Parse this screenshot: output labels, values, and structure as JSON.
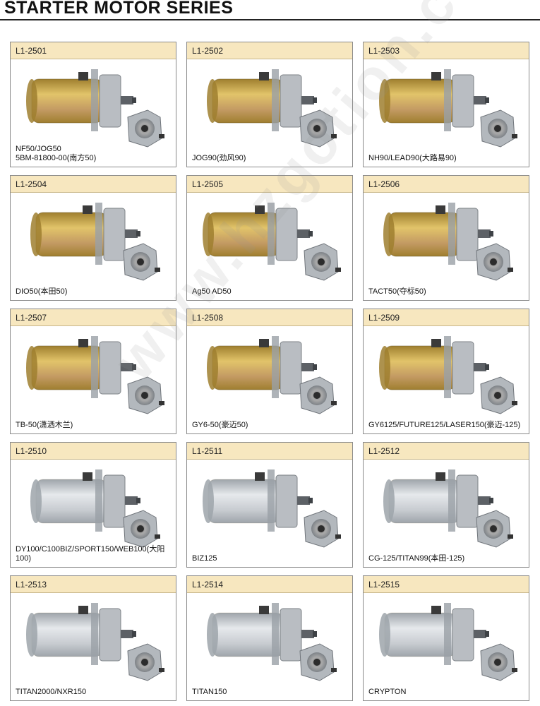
{
  "page": {
    "title": "STARTER MOTOR SERIES",
    "watermark": "www.hzgotion.com"
  },
  "colors": {
    "header_band": "#f7e7bf",
    "gold_motor": "#c9a34c",
    "silver_motor": "#c8ccd1"
  },
  "products": [
    {
      "code": "L1-2501",
      "model": "NF50/JOG50\n5BM-81800-00(南方50)",
      "finish": "gold"
    },
    {
      "code": "L1-2502",
      "model": "JOG90(劲风90)",
      "finish": "gold"
    },
    {
      "code": "L1-2503",
      "model": "NH90/LEAD90(大路易90)",
      "finish": "gold"
    },
    {
      "code": "L1-2504",
      "model": "DIO50(本田50)",
      "finish": "gold"
    },
    {
      "code": "L1-2505",
      "model": "Ag50  AD50",
      "finish": "gold"
    },
    {
      "code": "L1-2506",
      "model": "TACT50(夺标50)",
      "finish": "gold"
    },
    {
      "code": "L1-2507",
      "model": "TB-50(潇洒木兰)",
      "finish": "gold"
    },
    {
      "code": "L1-2508",
      "model": "GY6-50(豪迈50)",
      "finish": "gold"
    },
    {
      "code": "L1-2509",
      "model": "GY6125/FUTURE125/LASER150(豪迈-125)",
      "finish": "gold"
    },
    {
      "code": "L1-2510",
      "model": "DY100/C100BIZ/SPORT150/WEB100(大阳100)",
      "finish": "silver"
    },
    {
      "code": "L1-2511",
      "model": "BIZ125",
      "finish": "silver"
    },
    {
      "code": "L1-2512",
      "model": "CG-125/TITAN99(本田-125)",
      "finish": "silver"
    },
    {
      "code": "L1-2513",
      "model": "TITAN2000/NXR150",
      "finish": "silver"
    },
    {
      "code": "L1-2514",
      "model": "TITAN150",
      "finish": "silver"
    },
    {
      "code": "L1-2515",
      "model": "CRYPTON",
      "finish": "silver"
    }
  ]
}
